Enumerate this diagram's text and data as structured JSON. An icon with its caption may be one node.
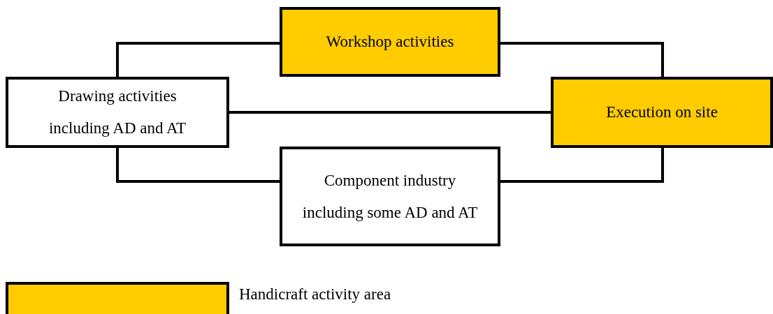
{
  "diagram": {
    "nodes": [
      {
        "text": [
          "Workshop activities"
        ]
      },
      {
        "text": [
          "Drawing activities including AD and AT"
        ]
      },
      {
        "text": [
          "Execution on site"
        ]
      },
      {
        "text": [
          "Component industry including some AD and AT"
        ]
      }
    ],
    "edges": [
      {
        "from": 1,
        "to": 0,
        "arrow": "none"
      },
      {
        "from": 0,
        "to": 2,
        "arrow": "none"
      },
      {
        "from": 1,
        "to": 2,
        "arrow": "none"
      },
      {
        "from": 1,
        "to": 3,
        "arrow": "none"
      },
      {
        "from": 3,
        "to": 2,
        "arrow": "none"
      }
    ],
    "legend": [
      {
        "text": "Handicraft activity area",
        "color": "#ffcc00"
      }
    ]
  }
}
